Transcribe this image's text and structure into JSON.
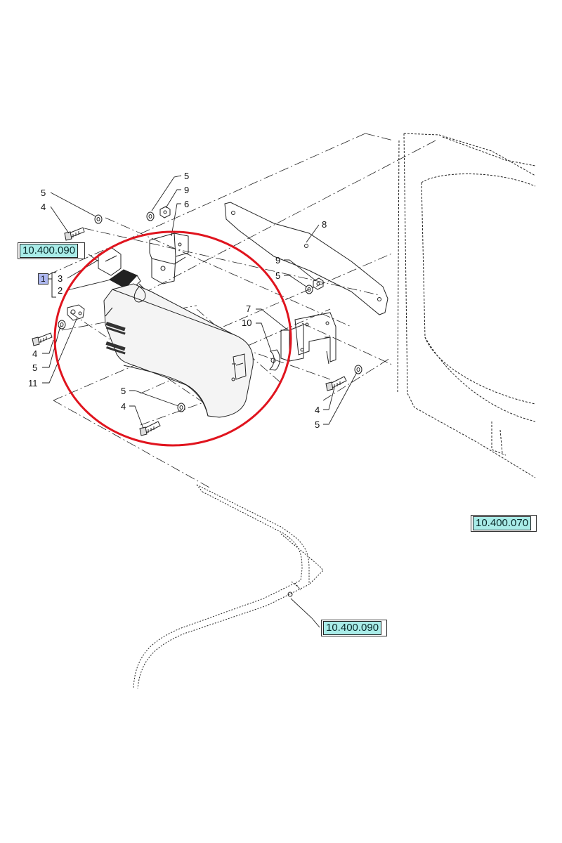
{
  "references": [
    {
      "id": "ref-left",
      "label": "10.400.090"
    },
    {
      "id": "ref-right",
      "label": "10.400.070"
    },
    {
      "id": "ref-bottom",
      "label": "10.400.090"
    }
  ],
  "kit_tag": "1",
  "callouts": {
    "c5a": "5",
    "c4a": "4",
    "c5b": "5",
    "c9a": "9",
    "c6": "6",
    "c3": "3",
    "c2": "2",
    "c8": "8",
    "c9b": "9",
    "c5c": "5",
    "c7": "7",
    "c10": "10",
    "c4b": "4",
    "c5d": "5",
    "c11": "11",
    "c5e": "5",
    "c4c": "4",
    "c4d": "4",
    "c5f": "5"
  },
  "colors": {
    "line": "#222222",
    "highlight": "#e0141e",
    "reference_fill": "#a9ece8",
    "kit_fill": "#aeb8f0",
    "tank_shade": "#f4f4f4"
  }
}
